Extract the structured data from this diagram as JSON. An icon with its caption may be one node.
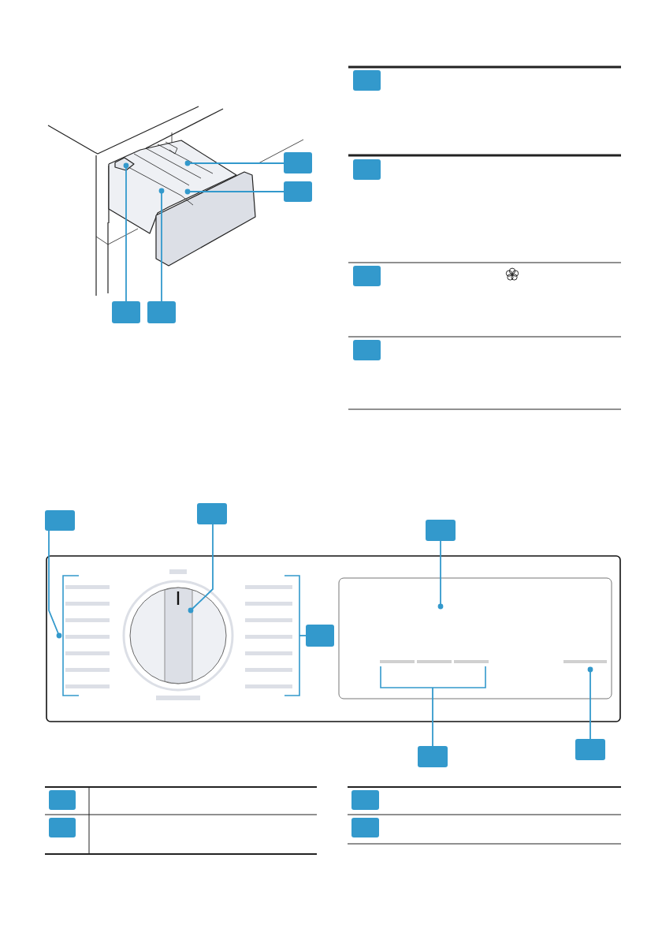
{
  "diagram": {
    "nodes": [
      {
        "text": [],
        "shape": "box"
      },
      {
        "text": [],
        "shape": "box"
      },
      {
        "text": [],
        "shape": "box"
      },
      {
        "text": [],
        "shape": "box"
      },
      {
        "text": [],
        "shape": "box"
      },
      {
        "text": [],
        "shape": "box"
      },
      {
        "text": [],
        "shape": "box"
      },
      {
        "text": [],
        "shape": "box"
      },
      {
        "text": [],
        "shape": "box"
      },
      {
        "text": [],
        "shape": "box"
      },
      {
        "text": [],
        "shape": "box"
      },
      {
        "text": [],
        "shape": "box"
      },
      {
        "text": [],
        "shape": "box"
      },
      {
        "text": [],
        "shape": "box"
      },
      {
        "text": [],
        "shape": "box"
      },
      {
        "text": [],
        "shape": "box"
      },
      {
        "text": [],
        "shape": "box"
      },
      {
        "text": [],
        "shape": "box"
      }
    ],
    "edges": [
      {
        "from": 0,
        "to": null,
        "arrow": "other"
      },
      {
        "from": 1,
        "to": null,
        "arrow": "other"
      },
      {
        "from": 2,
        "to": null,
        "arrow": "other"
      },
      {
        "from": 3,
        "to": null,
        "arrow": "other"
      },
      {
        "from": 8,
        "to": null,
        "arrow": "other"
      },
      {
        "from": 9,
        "to": null,
        "arrow": "other"
      },
      {
        "from": 10,
        "to": null,
        "arrow": "other"
      },
      {
        "from": 11,
        "to": null,
        "arrow": "none"
      },
      {
        "from": 12,
        "to": null,
        "arrow": "none"
      },
      {
        "from": 13,
        "to": null,
        "arrow": "other"
      }
    ]
  }
}
